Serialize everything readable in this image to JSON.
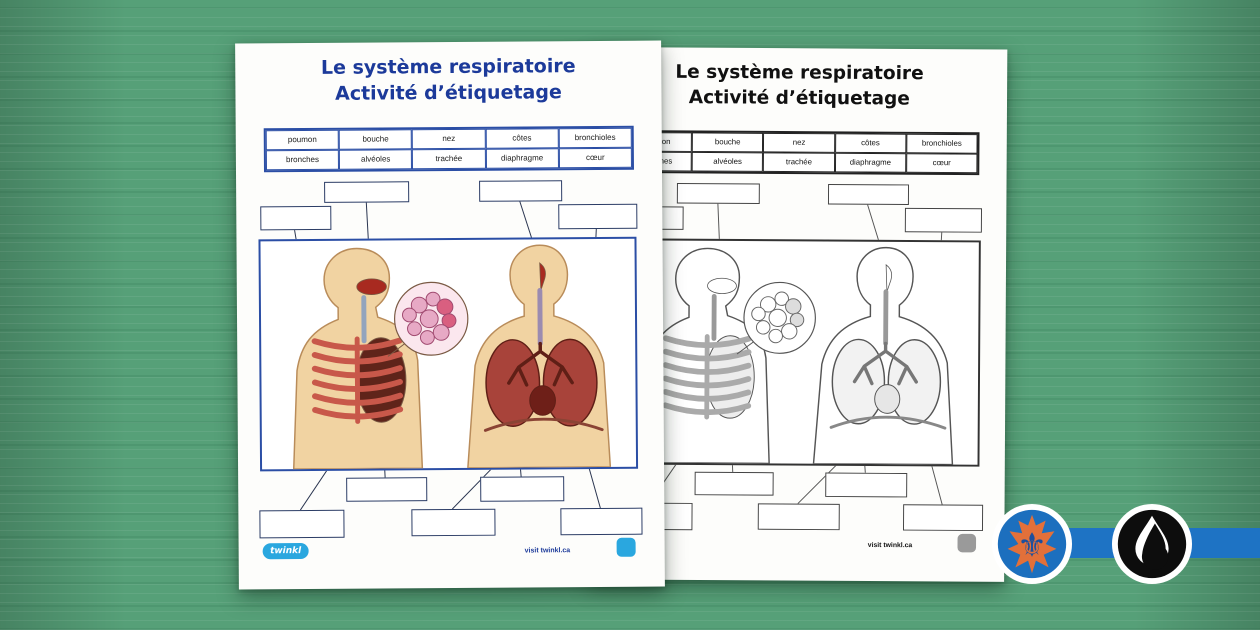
{
  "scene": {
    "background": "#56a078"
  },
  "worksheet": {
    "title_line1": "Le système respiratoire",
    "title_line2": "Activité d’étiquetage",
    "wordbank": {
      "row1": [
        "poumon",
        "bouche",
        "nez",
        "côtes",
        "bronchioles"
      ],
      "row2": [
        "bronches",
        "alvéoles",
        "trachée",
        "diaphragme",
        "cœur"
      ]
    },
    "footer": {
      "brand": "twinkl",
      "visit": "visit twinkl.ca"
    }
  },
  "badges": {
    "maple": {
      "icon": "maple-leaf-fleur-de-lis-icon",
      "leaf_color": "#e2703a",
      "lis_color": "#1b4f9e",
      "ring_color": "#1c6fbe",
      "lis_glyph": "⚜"
    },
    "ink": {
      "icon": "ink-drop-icon",
      "drop_color": "#0d0d0d"
    }
  },
  "colors": {
    "title_blue": "#1c3a9a",
    "table_border": "#2b4ea5",
    "bar_blue": "#1e73c4"
  }
}
